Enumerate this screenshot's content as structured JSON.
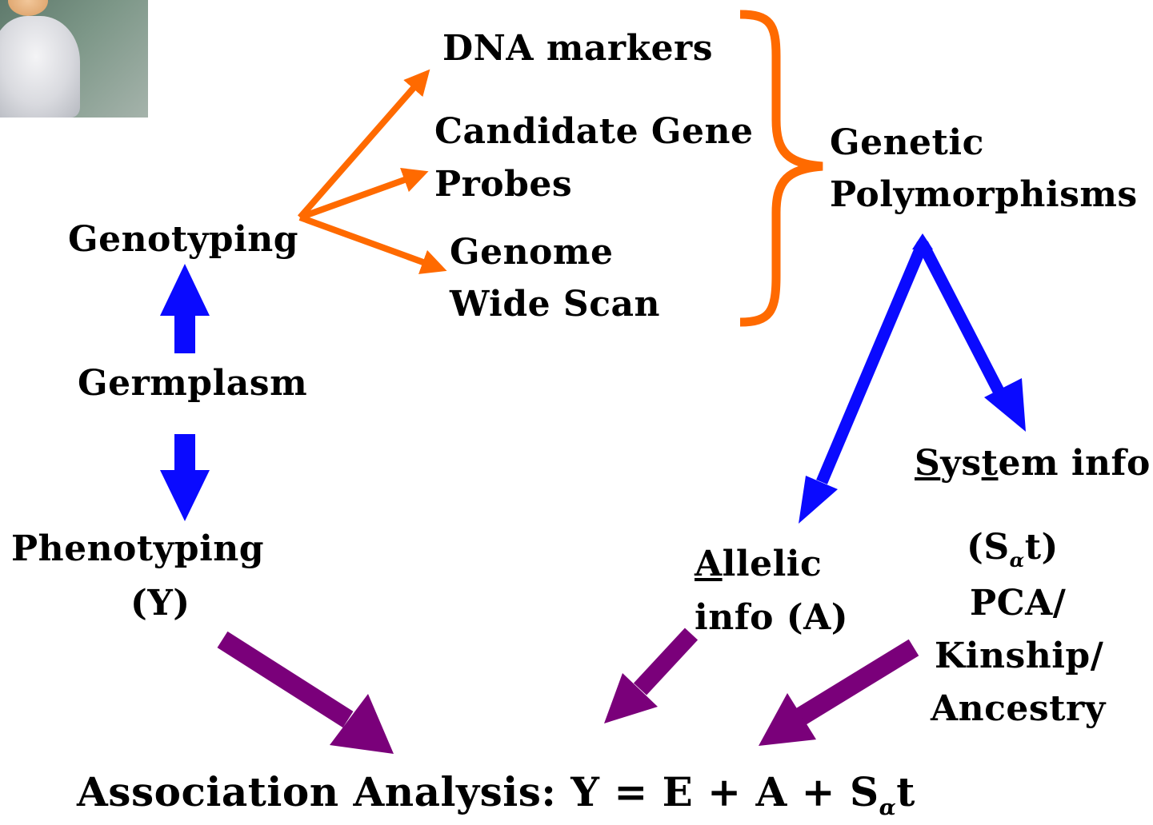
{
  "colors": {
    "orange": "#ff6a00",
    "blue": "#0a0aff",
    "purple": "#7a007a",
    "text": "#000000"
  },
  "nodes": {
    "dna_markers": "DNA markers",
    "candidate_gene_1": "Candidate Gene",
    "candidate_gene_2": "Probes",
    "genome_scan_1": "Genome",
    "genome_scan_2": "Wide Scan",
    "genetic_1": "Genetic",
    "genetic_2": "Polymorphisms",
    "genotyping": "Genotyping",
    "germplasm": "Germplasm",
    "phenotyping_1": "Phenotyping",
    "phenotyping_2": "(Y)",
    "system_s": "S",
    "system_y": "ys",
    "system_t": "t",
    "system_rest": "em info",
    "allelic_a": "A",
    "allelic_rest": "llelic",
    "allelic_2": "info (A)",
    "sat_open": "(S",
    "sat_sub": "α",
    "sat_close": "t)",
    "pca": "PCA/",
    "kinship": "Kinship/",
    "ancestry": "Ancestry",
    "equation_main": "Association Analysis: Y = E + A + S",
    "equation_sub": "α",
    "equation_end": "t"
  }
}
